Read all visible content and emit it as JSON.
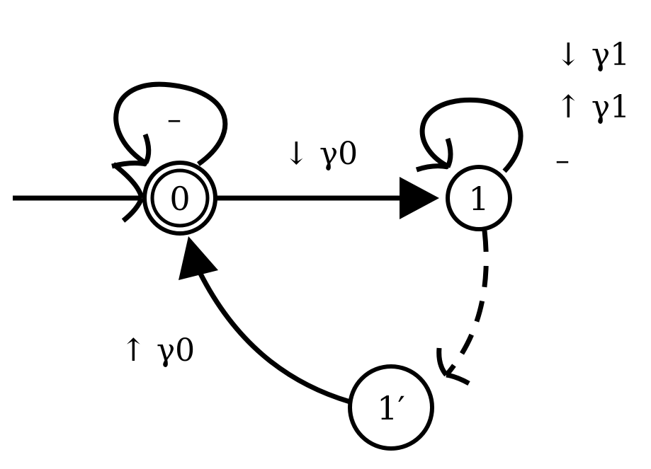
{
  "diagram": {
    "states": {
      "s0": {
        "label": "0",
        "initial": true,
        "accepting": true
      },
      "s1": {
        "label": "1"
      },
      "s1p": {
        "label": "1′"
      }
    },
    "edges": {
      "loop0": {
        "label": "–"
      },
      "s0_to_s1": {
        "label": "↓ γ0"
      },
      "loop1": {
        "labels": [
          "↓ γ1",
          "↑ γ1",
          "–"
        ]
      },
      "s1_to_s1p": {
        "label": "",
        "style": "dashed"
      },
      "s1p_to_s0": {
        "label": "↑ γ0"
      }
    },
    "colors": {
      "stroke": "#000000",
      "background": "#ffffff"
    }
  }
}
